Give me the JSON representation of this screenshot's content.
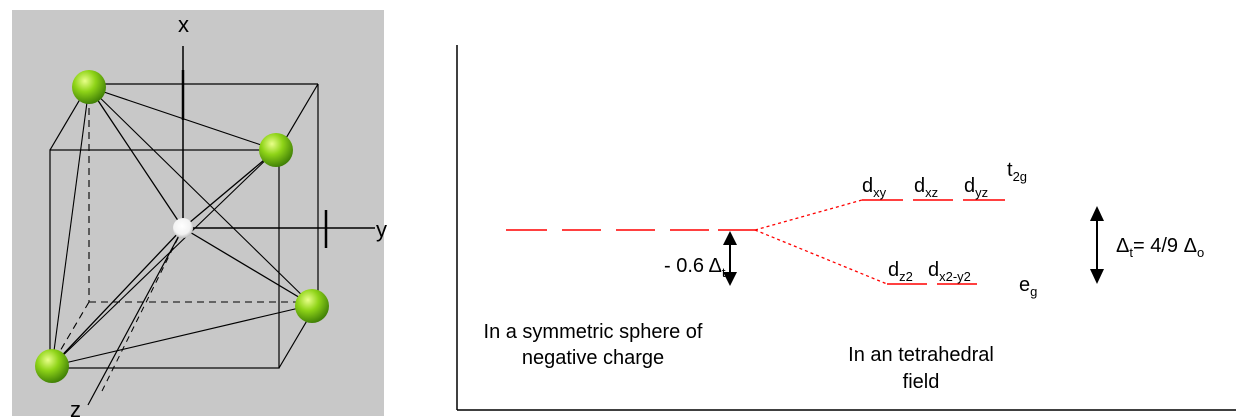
{
  "cube_figure": {
    "axis_labels": {
      "x": "x",
      "y": "y",
      "z": "z"
    },
    "colors": {
      "background": "#c8c8c8",
      "ligand": "#7ecb12",
      "center": "#ffffff"
    }
  },
  "energy_diagram": {
    "colors": {
      "level": "#ff0000",
      "axis": "#000000"
    },
    "symmetric_sphere": {
      "caption_line1": "In a symmetric sphere of",
      "caption_line2": "negative charge",
      "shift": {
        "prefix": "- 0.6 Δ",
        "sub": "t"
      }
    },
    "tetrahedral_field": {
      "caption_line1": "In an tetrahedral",
      "caption_line2": "field",
      "upper_set": {
        "label": {
          "base": "t",
          "sub": "2g"
        },
        "orbitals": [
          {
            "base": "d",
            "sub": "xy"
          },
          {
            "base": "d",
            "sub": "xz"
          },
          {
            "base": "d",
            "sub": "yz"
          }
        ]
      },
      "lower_set": {
        "label": {
          "base": "e",
          "sub": "g"
        },
        "orbitals": [
          {
            "base": "d",
            "sub": "z2"
          },
          {
            "base": "d",
            "sub": "x2-y2"
          }
        ]
      },
      "splitting": {
        "p1": "Δ",
        "s1": "t",
        "p2": "= 4/9 Δ",
        "s2": "o"
      }
    }
  }
}
